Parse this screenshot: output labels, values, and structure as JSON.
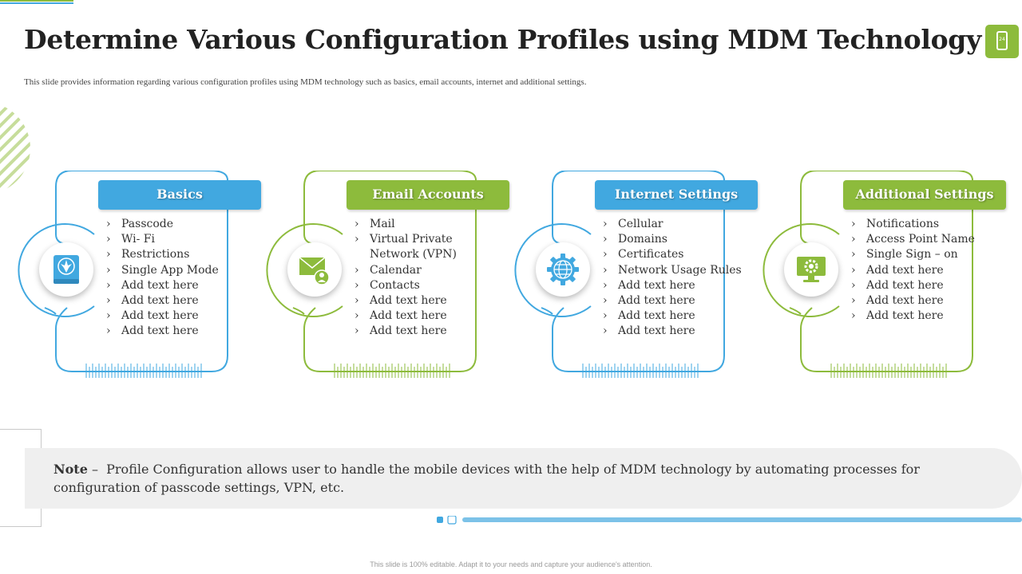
{
  "slide": {
    "title": "Determine Various Configuration Profiles using MDM Technology",
    "subtitle": "This slide provides information regarding various configuration profiles using MDM technology such as basics, email accounts, internet and additional settings.",
    "slide_number": "24",
    "footer": "This slide is 100% editable. Adapt it to your needs and capture your audience's attention."
  },
  "colors": {
    "blue": "#41a8e0",
    "green": "#8dbb3c",
    "note_bg": "#efefef"
  },
  "cards": [
    {
      "title": "Basics",
      "icon": "leaf-book-icon",
      "items": [
        "Passcode",
        "Wi- Fi",
        "Restrictions",
        "Single App Mode",
        "Add text here",
        "Add text here",
        "Add text here",
        "Add text here"
      ]
    },
    {
      "title": "Email Accounts",
      "icon": "mail-user-icon",
      "items": [
        "Mail",
        "Virtual Private Network (VPN)",
        "Calendar",
        "Contacts",
        "Add text here",
        "Add text here",
        "Add text here"
      ]
    },
    {
      "title": "Internet Settings",
      "icon": "globe-gear-icon",
      "items": [
        "Cellular",
        "Domains",
        "Certificates",
        "Network Usage Rules",
        "Add text here",
        "Add text here",
        "Add text here",
        "Add text here"
      ]
    },
    {
      "title": "Additional Settings",
      "icon": "monitor-gear-icon",
      "items": [
        "Notifications",
        "Access Point Name",
        "Single Sign – on",
        "Add text here",
        "Add text here",
        "Add text here",
        "Add text here"
      ]
    }
  ],
  "note": {
    "label": "Note",
    "text": "Profile Configuration allows user to handle the mobile devices with the help of MDM technology by automating processes for configuration of passcode settings, VPN, etc."
  }
}
